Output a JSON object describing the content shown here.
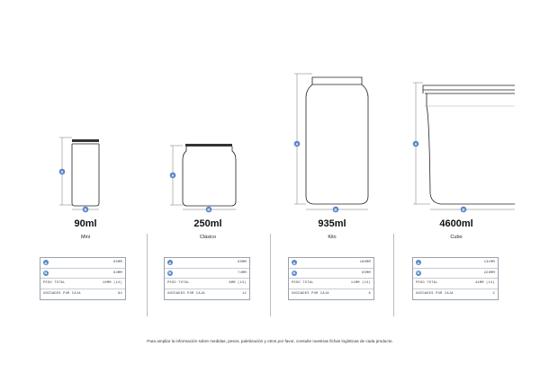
{
  "products": [
    {
      "volume": "90ml",
      "name": "Mini",
      "labels": {
        "a": "A",
        "b": "B"
      },
      "rows": {
        "a_value": "65MM",
        "b_value": "64MM",
        "peso_label": "PESO TOTAL",
        "peso_value": "10MM (1X)",
        "unidades_label": "UNIDADES POR CAJA",
        "unidades_value": "84"
      }
    },
    {
      "volume": "250ml",
      "name": "Clásico",
      "labels": {
        "a": "A",
        "b": "B"
      },
      "rows": {
        "a_value": "60MM",
        "b_value": "74MM",
        "peso_label": "PESO TOTAL",
        "peso_value": "9MM (1X)",
        "unidades_label": "UNIDADES POR CAJA",
        "unidades_value": "12"
      }
    },
    {
      "volume": "935ml",
      "name": "Kilo",
      "labels": {
        "a": "A",
        "b": "B"
      },
      "rows": {
        "a_value": "180MM",
        "b_value": "65MM",
        "peso_label": "PESO TOTAL",
        "peso_value": "11MM (1X)",
        "unidades_label": "UNIDADES POR CAJA",
        "unidades_value": "6"
      }
    },
    {
      "volume": "4600ml",
      "name": "Cubo",
      "labels": {
        "a": "A",
        "b": "B"
      },
      "rows": {
        "a_value": "131MM",
        "b_value": "226MM",
        "peso_label": "PESO TOTAL",
        "peso_value": "44MM (1X)",
        "unidades_label": "UNIDADES POR CAJA",
        "unidades_value": "2"
      }
    }
  ],
  "footnote": "Para ampliar la información sobre medidas, pesos, paletización y otros por favor, consulte nuestras fichas logísticas de cada producto.",
  "colors": {
    "badge": "#5d86c9",
    "line": "#222222",
    "border": "#9aa2ad"
  }
}
